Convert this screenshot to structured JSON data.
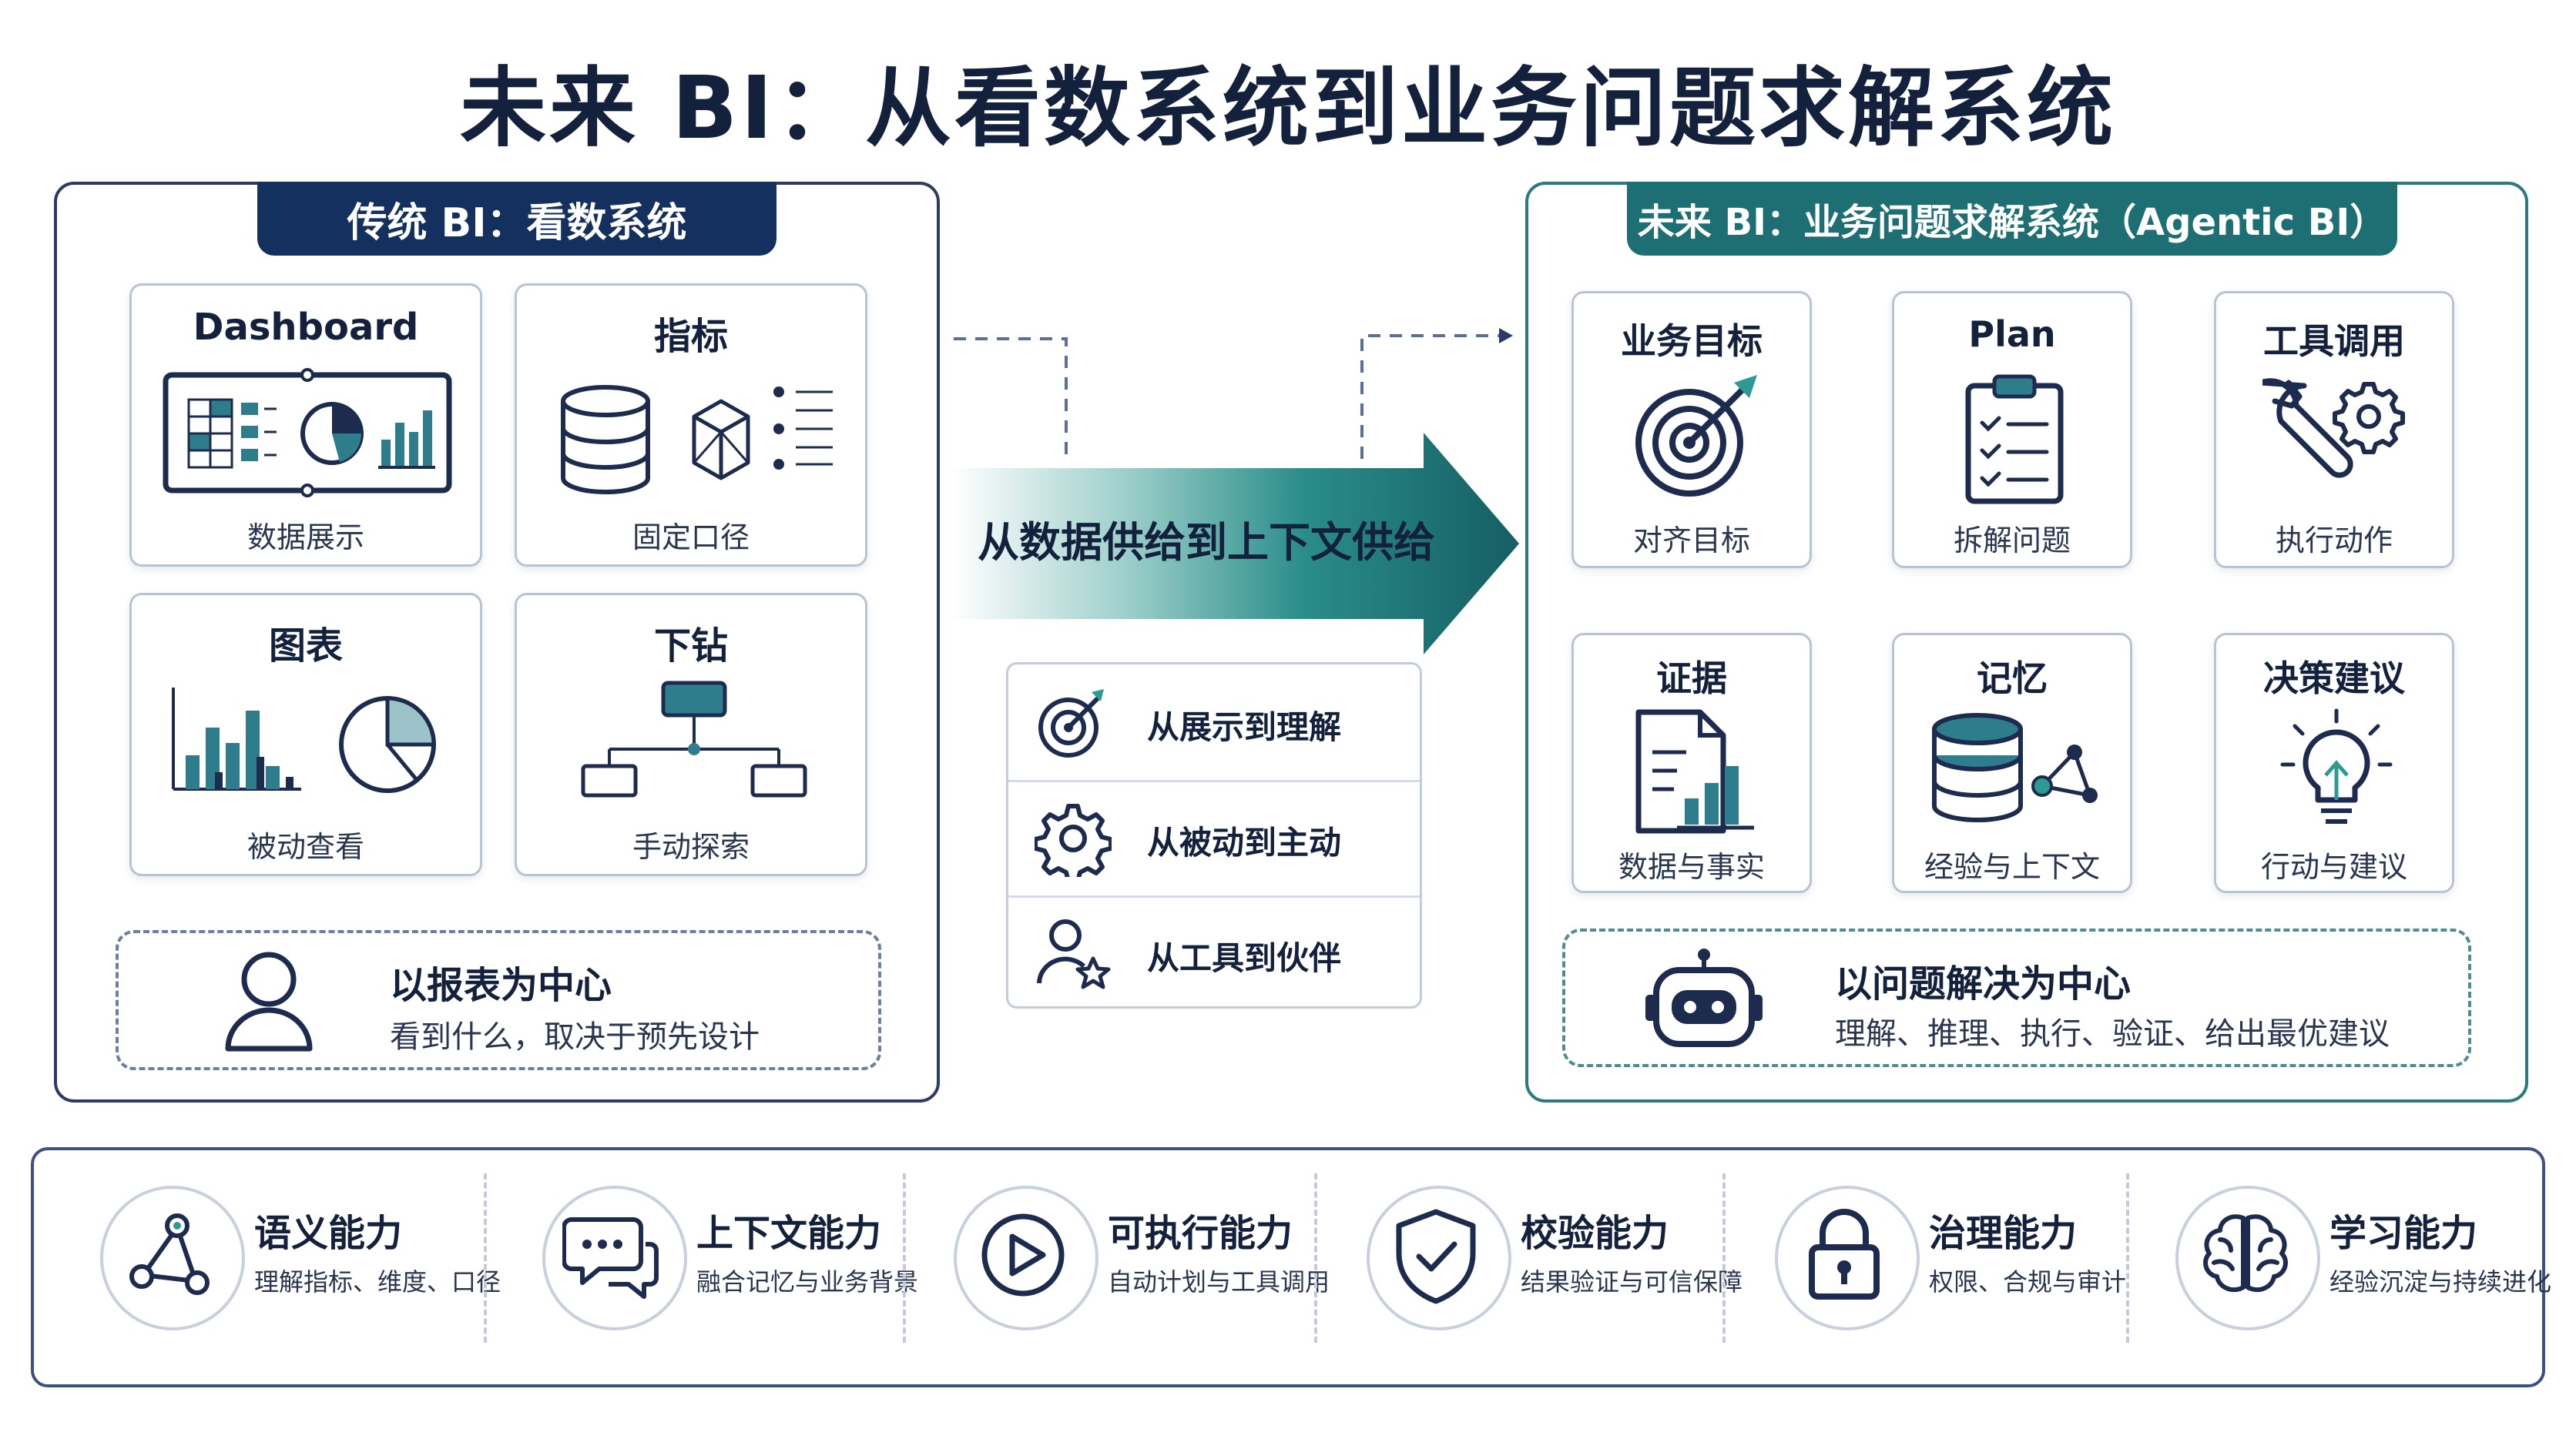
{
  "title": "未来 BI：从看数系统到业务问题求解系统",
  "left_panel": {
    "label": "传统 BI：看数系统",
    "cards": [
      {
        "title": "Dashboard",
        "caption": "数据展示"
      },
      {
        "title": "指标",
        "caption": "固定口径"
      },
      {
        "title": "图表",
        "caption": "被动查看"
      },
      {
        "title": "下钻",
        "caption": "手动探索"
      }
    ],
    "center": {
      "title": "以报表为中心",
      "desc": "看到什么，取决于预先设计"
    }
  },
  "middle": {
    "arrow_label": "从数据供给到上下文供给",
    "items": [
      {
        "label": "从展示到理解",
        "icon": "target-icon"
      },
      {
        "label": "从被动到主动",
        "icon": "gear-icon"
      },
      {
        "label": "从工具到伙伴",
        "icon": "user-star-icon"
      }
    ]
  },
  "right_panel": {
    "label": "未来 BI：业务问题求解系统（Agentic BI）",
    "cards": [
      {
        "title": "业务目标",
        "caption": "对齐目标"
      },
      {
        "title": "Plan",
        "caption": "拆解问题"
      },
      {
        "title": "工具调用",
        "caption": "执行动作"
      },
      {
        "title": "证据",
        "caption": "数据与事实"
      },
      {
        "title": "记忆",
        "caption": "经验与上下文"
      },
      {
        "title": "决策建议",
        "caption": "行动与建议"
      }
    ],
    "center": {
      "title": "以问题解决为中心",
      "desc": "理解、推理、执行、验证、给出最优建议"
    }
  },
  "capabilities": [
    {
      "name": "语义能力",
      "desc": "理解指标、维度、口径",
      "icon": "graph-nodes-icon"
    },
    {
      "name": "上下文能力",
      "desc": "融合记忆与业务背景",
      "icon": "chat-bubbles-icon"
    },
    {
      "name": "可执行能力",
      "desc": "自动计划与工具调用",
      "icon": "play-icon"
    },
    {
      "name": "校验能力",
      "desc": "结果验证与可信保障",
      "icon": "shield-check-icon"
    },
    {
      "name": "治理能力",
      "desc": "权限、合规与审计",
      "icon": "lock-icon"
    },
    {
      "name": "学习能力",
      "desc": "经验沉淀与持续进化",
      "icon": "brain-icon"
    }
  ],
  "colors": {
    "navy": "#14305e",
    "teal": "#1e6f73",
    "accent_teal": "#2e9a94"
  }
}
